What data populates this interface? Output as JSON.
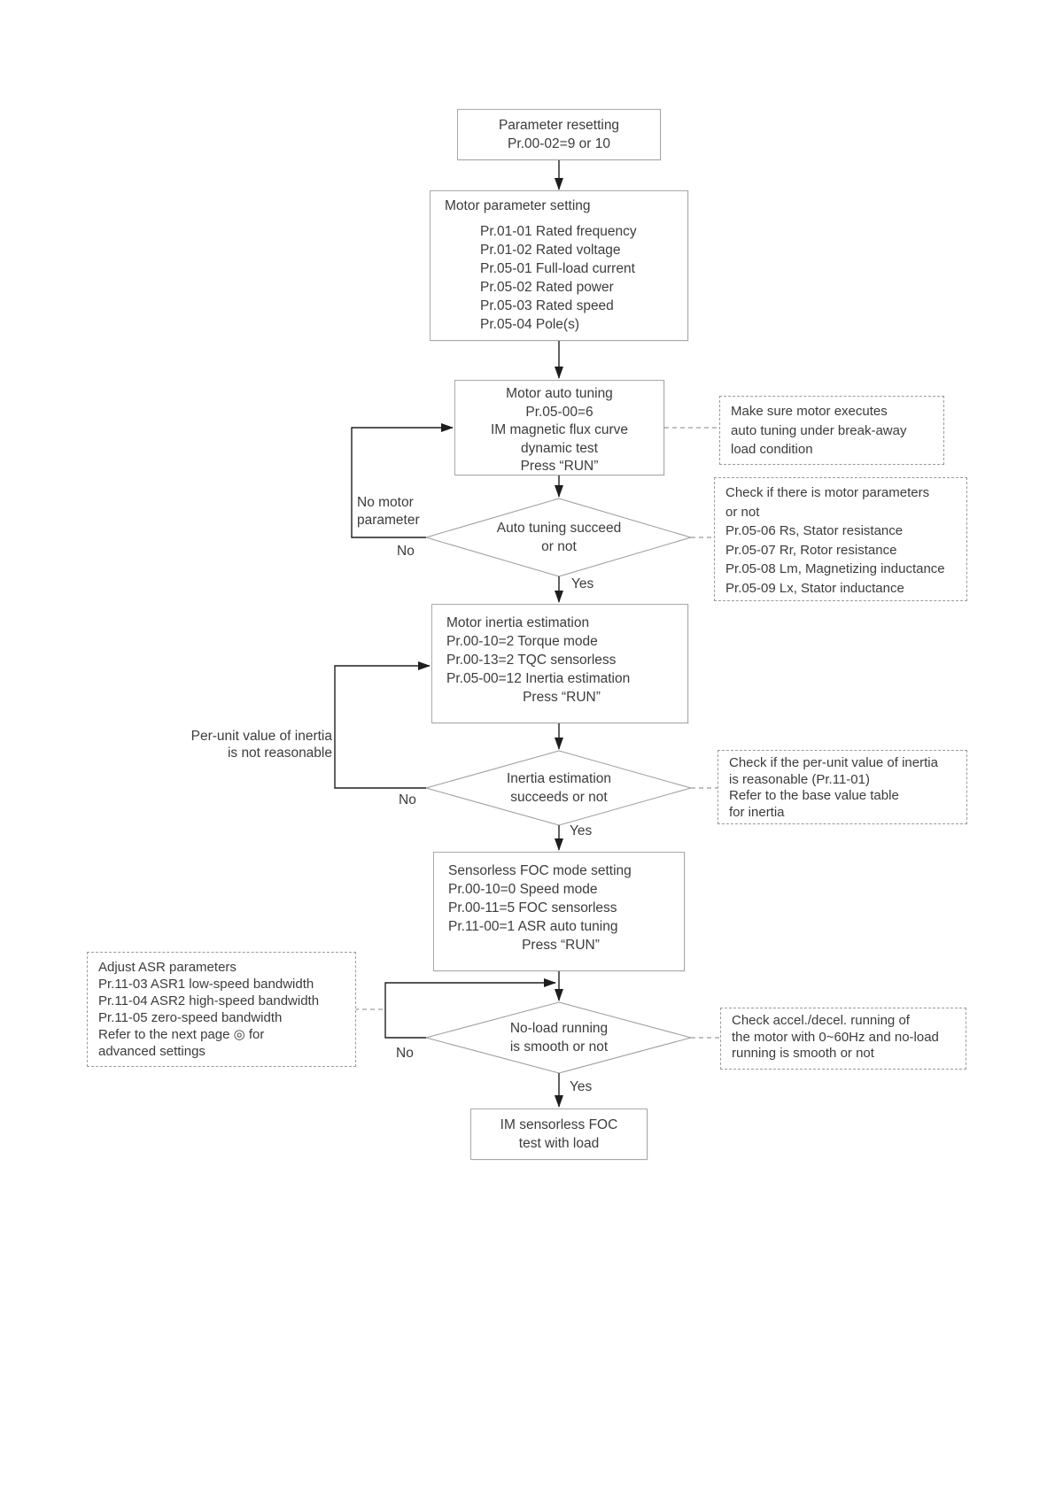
{
  "diagram": {
    "kind": "flowchart",
    "colors": {
      "background": "#ffffff",
      "flow_line": "#1e1e1e",
      "box_border": "#a9a9a9",
      "dashed_border": "#9a9a9a",
      "text": "#3c3c3c"
    },
    "nodes": {
      "parameter_resetting": {
        "type": "process",
        "lines": [
          "Parameter resetting",
          "Pr.00-02=9 or 10"
        ]
      },
      "motor_parameter_setting": {
        "type": "process",
        "lines": [
          {
            "text": "Motor parameter setting"
          },
          {
            "text": "Pr.01-01 Rated frequency",
            "indent": 40,
            "mt": 8
          },
          {
            "text": "Pr.01-02 Rated voltage",
            "indent": 40
          },
          {
            "text": "Pr.05-01 Full-load current",
            "indent": 40
          },
          {
            "text": "Pr.05-02 Rated power",
            "indent": 40
          },
          {
            "text": "Pr.05-03 Rated speed",
            "indent": 40
          },
          {
            "text": "Pr.05-04 Pole(s)",
            "indent": 40
          }
        ]
      },
      "motor_auto_tuning": {
        "type": "process",
        "lines": [
          "Motor auto tuning",
          "Pr.05-00=6",
          "IM magnetic flux curve",
          "dynamic test",
          "Press “RUN”"
        ]
      },
      "decision_auto_tuning": {
        "type": "decision",
        "lines": [
          "Auto tuning succeed",
          "or not"
        ]
      },
      "motor_inertia_estimation": {
        "type": "process",
        "lines": [
          {
            "text": "Motor inertia estimation"
          },
          {
            "text": "Pr.00-10=2 Torque mode"
          },
          {
            "text": "Pr.00-13=2 TQC sensorless"
          },
          {
            "text": "Pr.05-00=12 Inertia estimation"
          },
          {
            "text": "Press “RUN”",
            "align": "center"
          }
        ]
      },
      "decision_inertia": {
        "type": "decision",
        "lines": [
          "Inertia estimation",
          "succeeds or not"
        ]
      },
      "sensorless_foc_mode": {
        "type": "process",
        "lines": [
          {
            "text": "Sensorless FOC mode setting"
          },
          {
            "text": "Pr.00-10=0 Speed mode"
          },
          {
            "text": "Pr.00-11=5 FOC sensorless"
          },
          {
            "text": "Pr.11-00=1 ASR auto tuning"
          },
          {
            "text": "Press “RUN”",
            "align": "center"
          }
        ]
      },
      "decision_no_load": {
        "type": "decision",
        "lines": [
          "No-load running",
          "is smooth or not"
        ]
      },
      "im_sensorless_foc_test": {
        "type": "process",
        "lines": [
          "IM sensorless FOC",
          "test with load"
        ]
      }
    },
    "callouts": {
      "break_away": {
        "lines": [
          "Make sure motor executes",
          "auto tuning under break-away",
          "load condition"
        ]
      },
      "motor_params_check": {
        "lines": [
          "Check if there is motor parameters",
          "or not",
          "Pr.05-06 Rs, Stator resistance",
          "Pr.05-07 Rr, Rotor resistance",
          "Pr.05-08 Lm, Magnetizing inductance",
          "Pr.05-09 Lx, Stator inductance"
        ]
      },
      "inertia_check": {
        "lines": [
          "Check if the per-unit value of inertia",
          "is reasonable (Pr.11-01)",
          "Refer to the base value table",
          "for inertia"
        ]
      },
      "accel_decel_check": {
        "lines": [
          "Check accel./decel. running of",
          "the motor with 0~60Hz and no-load",
          "running is smooth or not"
        ]
      },
      "asr_adjust": {
        "lines": [
          "Adjust ASR parameters",
          "Pr.11-03 ASR1 low-speed bandwidth",
          "Pr.11-04 ASR2 high-speed bandwidth",
          "Pr.11-05 zero-speed bandwidth",
          "Refer to the next page ◎ for",
          "advanced settings"
        ]
      }
    },
    "edge_labels": {
      "no_motor_parameter": [
        "No motor",
        "parameter"
      ],
      "no_1": "No",
      "yes_1": "Yes",
      "per_unit_inertia": [
        "Per-unit value of inertia",
        "is not reasonable"
      ],
      "no_2": "No",
      "yes_2": "Yes",
      "no_3": "No",
      "yes_3": "Yes"
    }
  }
}
